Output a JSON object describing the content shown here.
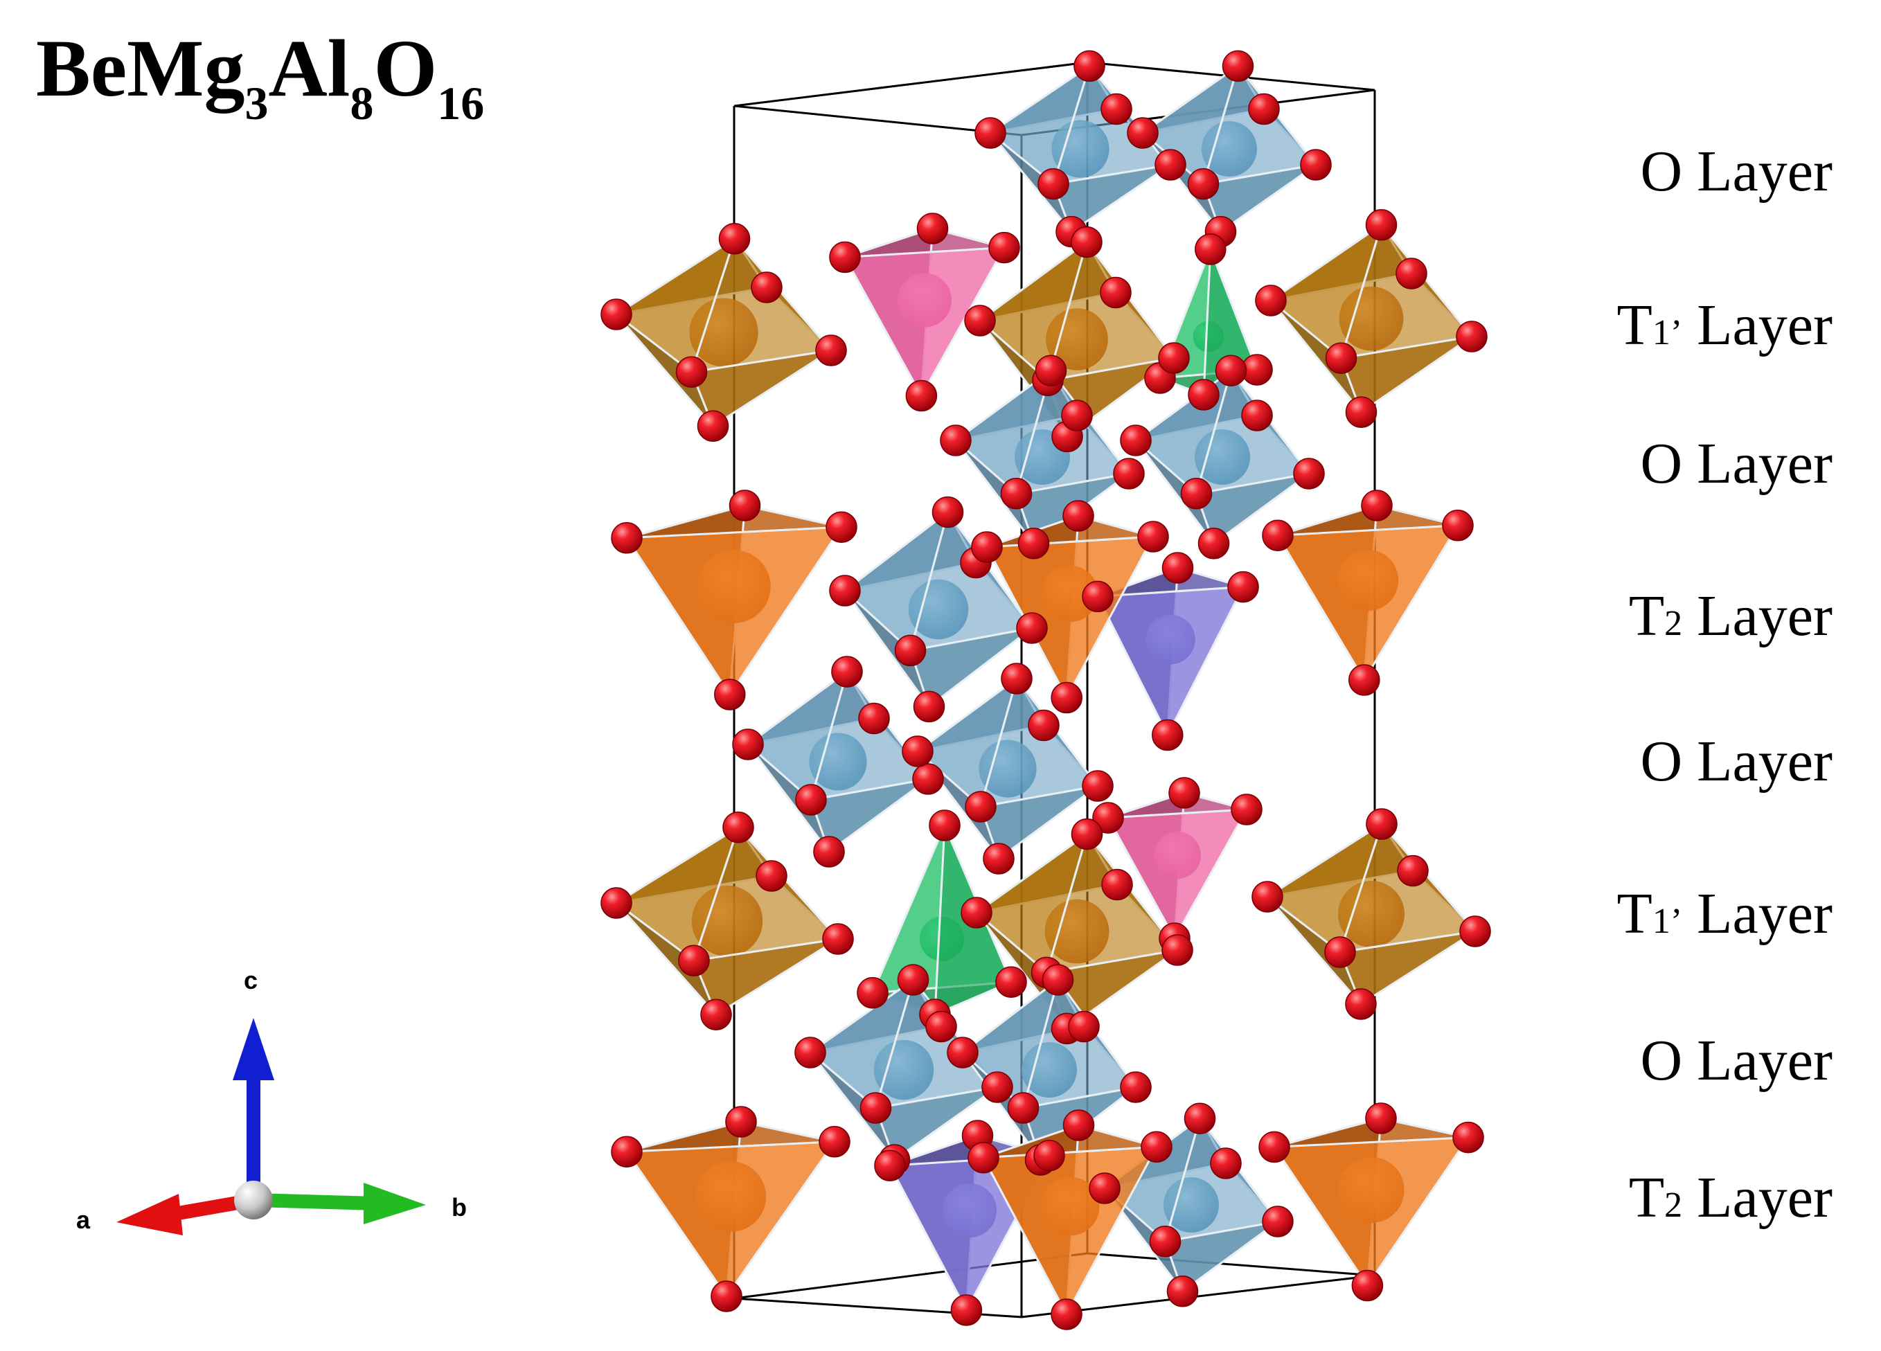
{
  "formula": {
    "parts": [
      {
        "text": "BeMg",
        "sub": "3"
      },
      {
        "text": "Al",
        "sub": "8"
      },
      {
        "text": "O",
        "sub": "16"
      }
    ]
  },
  "layers": [
    {
      "main": "O",
      "sub": "",
      "suffix": " Layer"
    },
    {
      "main": "T",
      "sub": "1’",
      "suffix": " Layer"
    },
    {
      "main": "O",
      "sub": "",
      "suffix": " Layer"
    },
    {
      "main": "T",
      "sub": "2",
      "suffix": " Layer"
    },
    {
      "main": "O",
      "sub": "",
      "suffix": " Layer"
    },
    {
      "main": "T",
      "sub": "1’",
      "suffix": " Layer"
    },
    {
      "main": "O",
      "sub": "",
      "suffix": " Layer"
    },
    {
      "main": "T",
      "sub": "2",
      "suffix": " Layer"
    }
  ],
  "axes": {
    "a": {
      "label": "a",
      "color": "#e01010"
    },
    "b": {
      "label": "b",
      "color": "#22bb22"
    },
    "c": {
      "label": "c",
      "color": "#1020d0"
    },
    "origin_color": "#bbbbbb"
  },
  "colors": {
    "oxygen": "#e8111a",
    "octahedron_blue": "#6fa3c4",
    "octahedron_brown": "#b8780c",
    "tetra_orange": "#f07a1c",
    "tetra_pink": "#f06aa8",
    "tetra_green": "#22c26a",
    "tetra_purple": "#8074d8",
    "cell_edge": "#000000"
  }
}
